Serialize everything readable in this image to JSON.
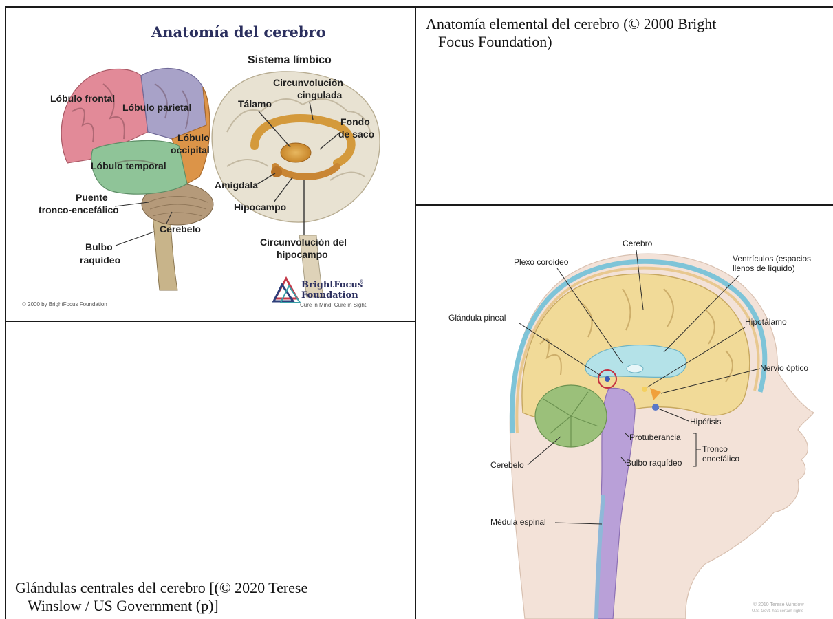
{
  "captions": {
    "top_right_line1": "Anatomía elemental del cerebro (©  2000 Bright",
    "top_right_line2": "Focus Foundation)",
    "bottom_left_line1": "Glándulas centrales del cerebro [(©  2020  Terese",
    "bottom_left_line2": "Winslow / US Government (p)]"
  },
  "figure1": {
    "title": "Anatomía del cerebro",
    "subtitle": "Sistema límbico",
    "labels": {
      "frontal": "Lóbulo frontal",
      "parietal": "Lóbulo parietal",
      "occipital_1": "Lóbulo",
      "occipital_2": "occipital",
      "temporal": "Lóbulo temporal",
      "puente_1": "Puente",
      "puente_2": "tronco-encefálico",
      "cerebelo": "Cerebelo",
      "bulbo_1": "Bulbo",
      "bulbo_2": "raquídeo",
      "talamo": "Tálamo",
      "circ_cing_1": "Circunvolución",
      "circ_cing_2": "cingulada",
      "fondo_1": "Fondo",
      "fondo_2": "de saco",
      "amigdala": "Amígdala",
      "hipocampo": "Hipocampo",
      "circ_hip_1": "Circunvolución del",
      "circ_hip_2": "hipocampo"
    },
    "copyright": "© 2000 by BrightFocus Foundation",
    "logo_line1": "BrightFocus",
    "logo_reg": "®",
    "logo_line2": "Foundation",
    "logo_tagline": "Cure in Mind. Cure in Sight."
  },
  "figure2": {
    "labels": {
      "cerebro": "Cerebro",
      "plexo": "Plexo coroideo",
      "ventriculos_1": "Ventrículos (espacios",
      "ventriculos_2": "llenos de líquido)",
      "pineal": "Glándula pineal",
      "hipotalamo": "Hipotálamo",
      "nervio": "Nervio óptico",
      "hipofisis": "Hipófisis",
      "protuberancia": "Protuberancia",
      "tronco_1": "Tronco",
      "tronco_2": "encefálico",
      "bulbo": "Bulbo raquídeo",
      "cerebelo": "Cerebelo",
      "medula": "Médula espinal"
    },
    "watermark_1": "© 2010 Terese Winslow",
    "watermark_2": "U.S. Govt. has certain rights"
  }
}
